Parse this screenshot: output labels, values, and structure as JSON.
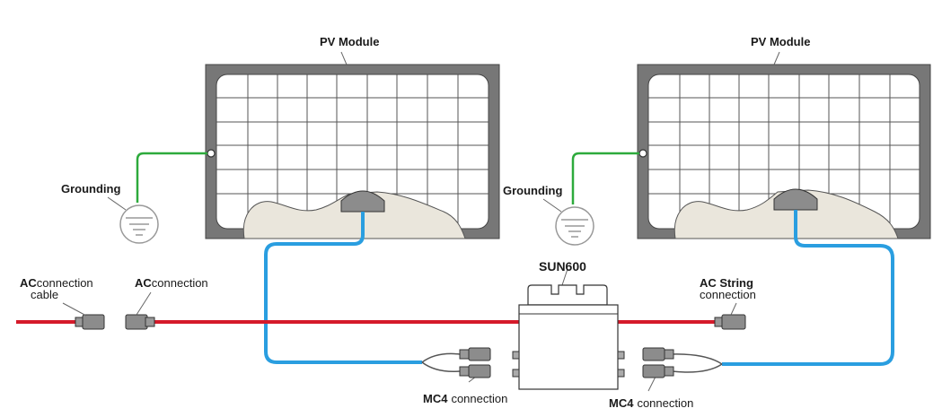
{
  "labels": {
    "pv_module_left": "PV Module",
    "pv_module_right": "PV Module",
    "grounding_left": "Grounding",
    "grounding_right": "Grounding",
    "inverter": "SUN600",
    "ac_cable_bold": "AC",
    "ac_cable_rest": "connection",
    "ac_cable_line2": "cable",
    "ac_conn_bold": "AC",
    "ac_conn_rest": "connection",
    "ac_string_line1": "AC String",
    "ac_string_line2": "connection",
    "mc4_left_bold": "MC4",
    "mc4_left_rest": "connection",
    "mc4_right_bold": "MC4",
    "mc4_right_rest": "connection"
  },
  "colors": {
    "ac_cable": "#d51a2a",
    "dc_cable": "#2a9ee0",
    "ground_wire": "#2daa3c",
    "frame": "#6e6e6e",
    "connector": "#8c8c8c"
  }
}
